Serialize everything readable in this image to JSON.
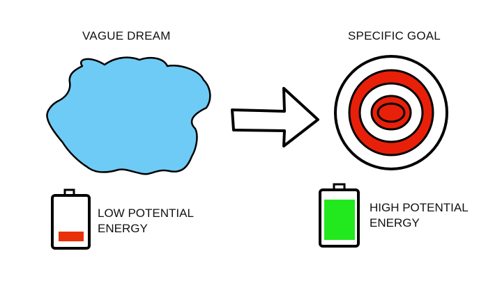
{
  "left": {
    "title": "VAGUE DREAM",
    "battery_label_line1": "LOW POTENTIAL",
    "battery_label_line2": "ENERGY"
  },
  "right": {
    "title": "SPECIFIC GOAL",
    "battery_label_line1": "HIGH POTENTIAL",
    "battery_label_line2": "ENERGY"
  },
  "colors": {
    "cloud": "#6ecbf5",
    "target_red": "#e8200a",
    "battery_low": "#e8300a",
    "battery_high": "#22e81e",
    "outline": "#000000"
  },
  "battery_levels": {
    "low": 0.15,
    "high": 1.0
  }
}
